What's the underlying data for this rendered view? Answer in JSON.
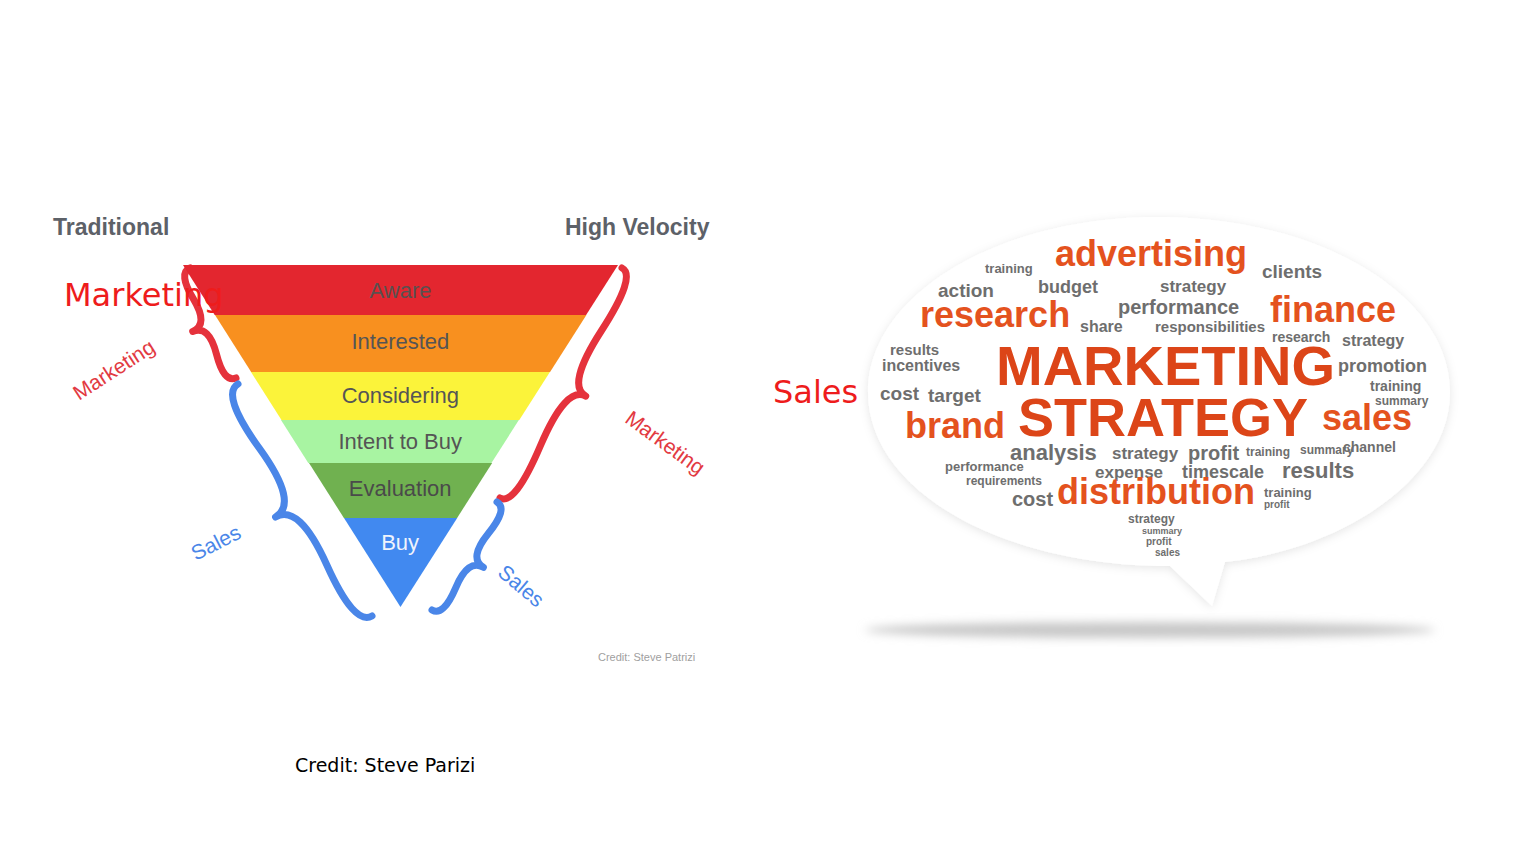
{
  "diagram": {
    "caption": "Credit: Steve Parizi",
    "nodes": [
      {
        "text": [
          "Aware"
        ]
      },
      {
        "text": [
          "Interested"
        ]
      },
      {
        "text": [
          "Considering"
        ]
      },
      {
        "text": [
          "Intent to Buy"
        ]
      },
      {
        "text": [
          "Evaluation"
        ]
      },
      {
        "text": [
          "Buy"
        ]
      }
    ],
    "labels": [
      "Traditional",
      "High Velocity",
      "Marketing",
      "Marketing",
      "Marketing",
      "Sales",
      "Sales",
      "Credit: Steve Patrizi",
      "Sales",
      "training",
      "advertising",
      "action",
      "budget",
      "strategy",
      "clients",
      "research",
      "performance",
      "finance",
      "share",
      "responsibilities",
      "research",
      "strategy",
      "results",
      "incentives",
      "MARKETING",
      "promotion",
      "cost",
      "target",
      "training",
      "STRATEGY",
      "summary",
      "brand",
      "sales",
      "analysis",
      "strategy",
      "profit",
      "training",
      "summary",
      "channel",
      "performance",
      "expense",
      "timescale",
      "results",
      "requirements",
      "cost",
      "distribution",
      "training",
      "profit",
      "strategy",
      "summary",
      "profit",
      "sales"
    ]
  }
}
